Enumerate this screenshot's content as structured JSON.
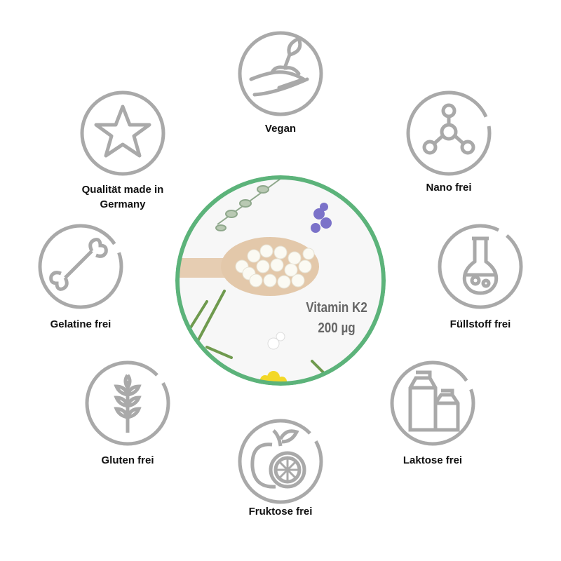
{
  "center": {
    "line1": "Vitamin K2",
    "line2": "200 µg",
    "ring_color": "#5cb37a"
  },
  "icon_color": "#a9a9a9",
  "features": [
    {
      "label": "Vegan",
      "icon": "hand-sprout-icon"
    },
    {
      "label": "Nano frei",
      "icon": "molecule-icon"
    },
    {
      "label": "Füllstoff frei",
      "icon": "flask-icon"
    },
    {
      "label": "Laktose frei",
      "icon": "milk-carton-icon"
    },
    {
      "label": "Fruktose frei",
      "icon": "fruit-icon"
    },
    {
      "label": "Gluten frei",
      "icon": "wheat-icon"
    },
    {
      "label": "Gelatine frei",
      "icon": "bone-icon"
    },
    {
      "label": "Qualität made in Germany",
      "icon": "star-icon"
    }
  ]
}
